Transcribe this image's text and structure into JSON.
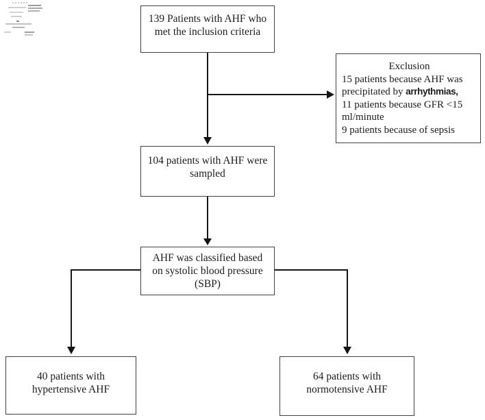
{
  "colors": {
    "box_border": "#404040",
    "arrow": "#151515",
    "text": "#1c1c1c",
    "background": "#ffffff"
  },
  "flowchart": {
    "enrolled": {
      "text": "139 Patients with AHF who\nmet the inclusion criteria"
    },
    "exclusion": {
      "title": "Exclusion",
      "line1": "15 patients because AHF was",
      "line2_prefix": "precipitated by ",
      "line2_emphasis": "arrhythmias,",
      "line3": "11 patients because GFR <15",
      "line4": "ml/minute",
      "line5": "9 patients because of sepsis"
    },
    "sampled": {
      "text": "104 patients with AHF were\nsampled"
    },
    "classified": {
      "text": "AHF was classified based\non systolic blood pressure\n(SBP)"
    },
    "hypertensive": {
      "text": "40 patients with\nhypertensive AHF"
    },
    "normotensive": {
      "text": "64 patients with\nnormotensive AHF"
    }
  }
}
